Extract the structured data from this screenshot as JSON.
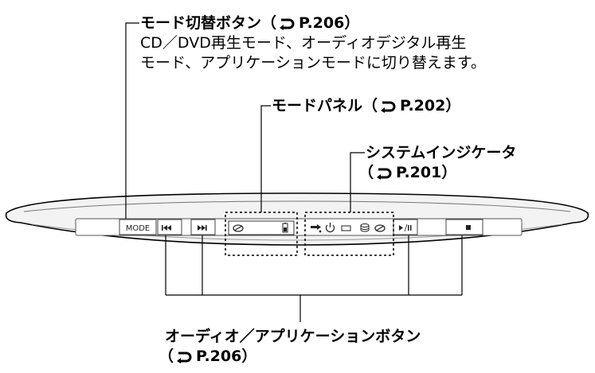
{
  "mode_button": {
    "title": "モード切替ボタン（",
    "ref": "P.206）",
    "desc_line1": "CD／DVD再生モード、オーディオデジタル再生",
    "desc_line2": "モード、アプリケーションモードに切り替えます。"
  },
  "mode_panel": {
    "title": "モードパネル（",
    "ref": "P.202）"
  },
  "system_indicator": {
    "title": "システムインジケータ",
    "ref_open": "（",
    "ref": "P.201）"
  },
  "audio_buttons": {
    "title": "オーディオ／アプリケーションボタン",
    "ref_open": "（",
    "ref": "P.206）"
  },
  "device": {
    "mode_label": "MODE",
    "prev_glyph": "⏮",
    "next_glyph": "⏭",
    "play_glyph": "▶/II",
    "stop_glyph": "■",
    "icons": [
      "cd-icon",
      "battery-icon",
      "key-icon",
      "power-icon",
      "battery-bar-icon",
      "disk-icon",
      "cd-indicator-icon"
    ]
  }
}
